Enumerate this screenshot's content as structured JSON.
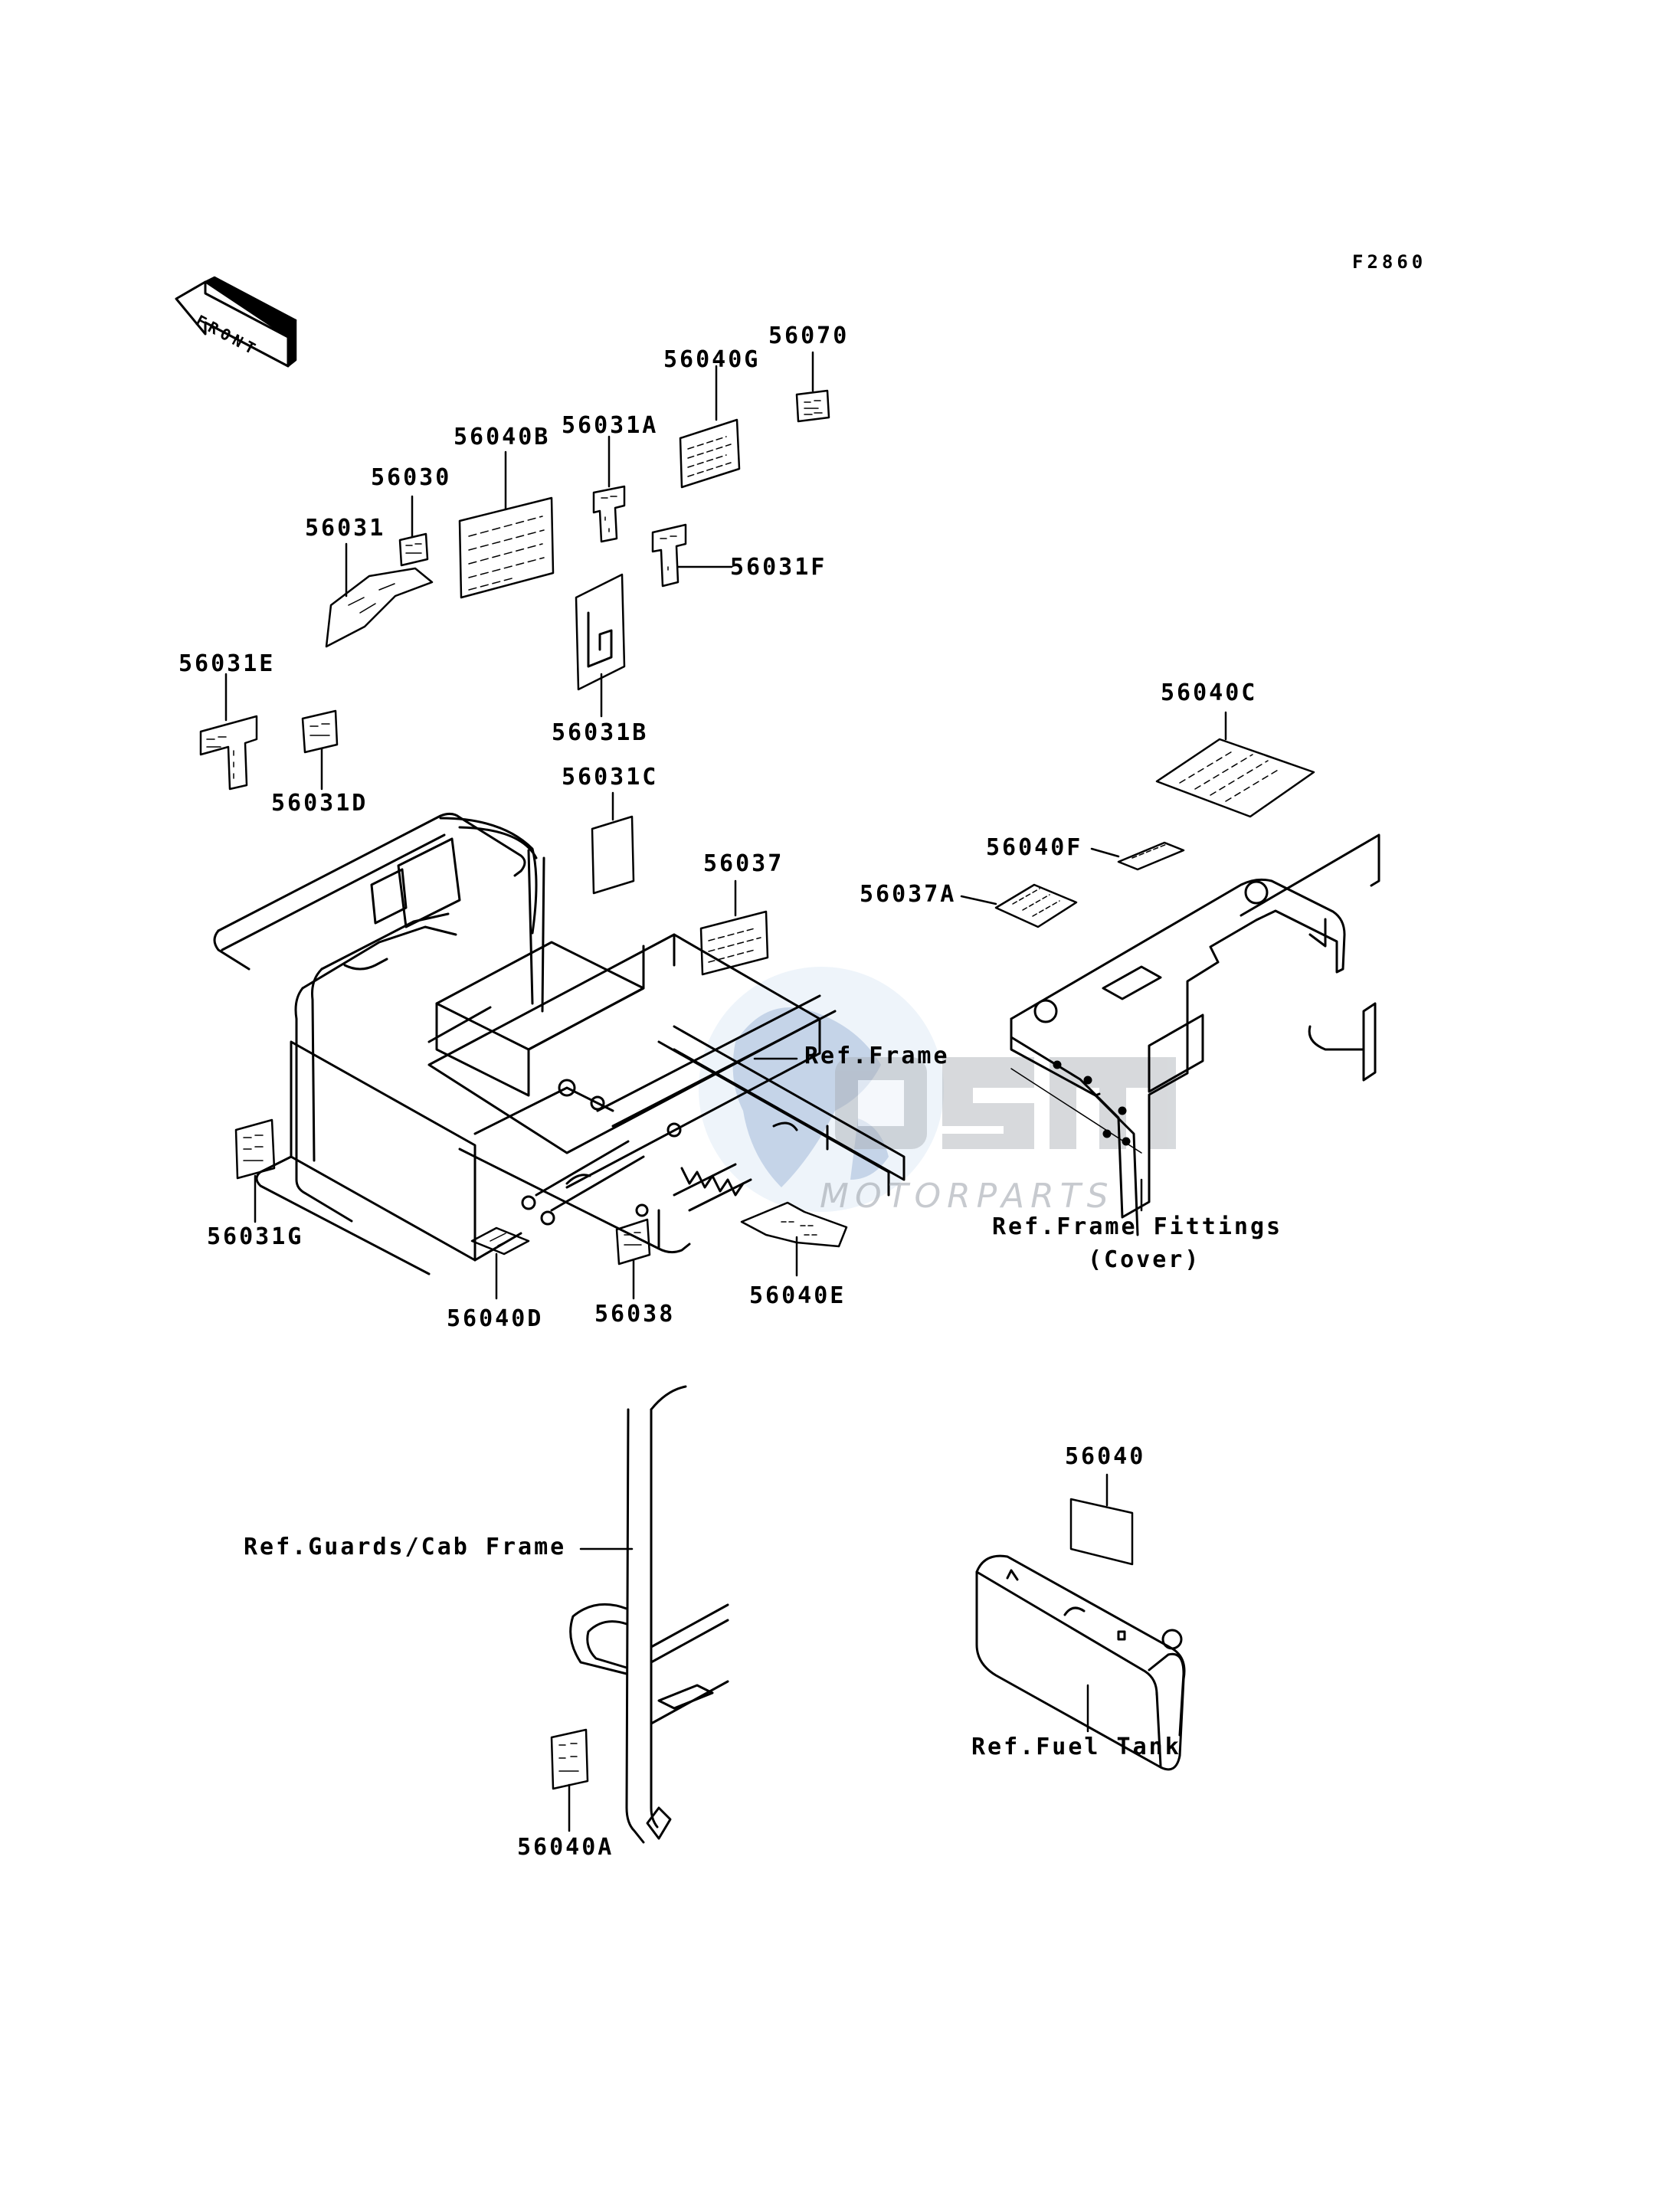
{
  "figure_code": "F2860",
  "front_label": "FRONT",
  "watermark": {
    "logo": "OSM",
    "sub": "MOTORPARTS"
  },
  "part_labels": {
    "p56070": "56070",
    "p56040G": "56040G",
    "p56031A": "56031A",
    "p56040B": "56040B",
    "p56030": "56030",
    "p56031": "56031",
    "p56031F": "56031F",
    "p56031E": "56031E",
    "p56031B": "56031B",
    "p56031D": "56031D",
    "p56031C": "56031C",
    "p56040C": "56040C",
    "p56037": "56037",
    "p56040F": "56040F",
    "p56037A": "56037A",
    "p56031G": "56031G",
    "p56040D": "56040D",
    "p56038": "56038",
    "p56040E": "56040E",
    "p56040": "56040",
    "p56040A": "56040A"
  },
  "references": {
    "frame": "Ref.Frame",
    "frame_fittings": "Ref.Frame Fittings",
    "frame_fittings_sub": "(Cover)",
    "guards": "Ref.Guards/Cab Frame",
    "fuel_tank": "Ref.Fuel Tank"
  },
  "colors": {
    "line": "#000000",
    "watermark_blue": "#6fa8dc",
    "watermark_gray": "#9aa0a8"
  }
}
